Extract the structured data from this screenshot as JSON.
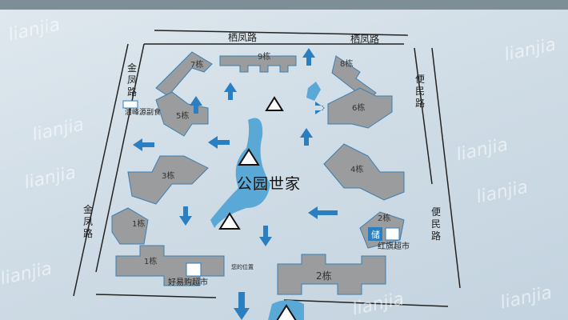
{
  "map_title": "公园世家",
  "roads": {
    "top_left": "栖凤路",
    "top_right": "栖凤路",
    "left_upper": "金凤路",
    "left_lower": "金凤路",
    "right_upper": "便民路",
    "right_lower": "便民路"
  },
  "buildings": {
    "b1_upper": "1栋",
    "b1_lower": "1栋",
    "b2_right": "2栋",
    "b2_lower": "2栋",
    "b3": "3栋",
    "b4": "4栋",
    "b5": "5栋",
    "b6": "6栋",
    "b7": "7栋",
    "b8": "8栋",
    "b9": "9栋"
  },
  "shops": {
    "grocery": "清峰源副食",
    "supermarket_left": "好易购超市",
    "supermarket_right": "红旗超市",
    "storage": "储"
  },
  "you_are_here": "您的位置",
  "watermark": "lianjia",
  "colors": {
    "building": "#9a9c9e",
    "arrow": "#2b7fc0",
    "water": "#5aa8d6",
    "line": "#222222"
  }
}
